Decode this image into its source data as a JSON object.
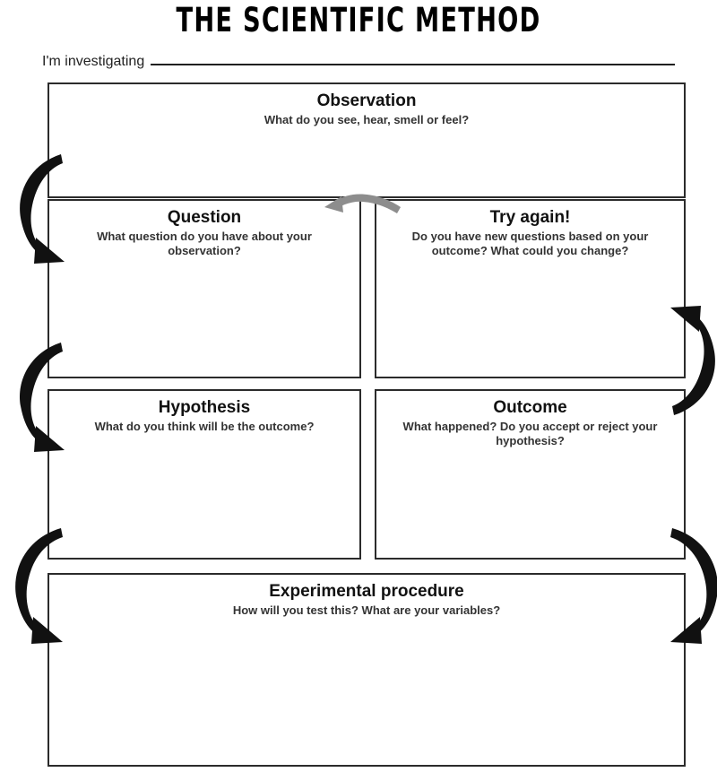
{
  "page": {
    "title": "THE SCIENTIFIC METHOD",
    "investigating_label": "I'm investigating",
    "investigating_value": ""
  },
  "colors": {
    "ink": "#111111",
    "box_border": "#2b2b2b",
    "arrow_black": "#111111",
    "arrow_gray": "#8d8d8d",
    "paper": "#ffffff"
  },
  "boxes": [
    {
      "id": "observation",
      "title": "Observation",
      "prompt": "What do you see, hear, smell or feel?",
      "answer": ""
    },
    {
      "id": "question",
      "title": "Question",
      "prompt": "What question do you have about your observation?",
      "answer": ""
    },
    {
      "id": "tryagain",
      "title": "Try again!",
      "prompt": "Do you have new questions based on your outcome? What could you change?",
      "answer": ""
    },
    {
      "id": "hypothesis",
      "title": "Hypothesis",
      "prompt": "What do you think will be the outcome?",
      "answer": ""
    },
    {
      "id": "outcome",
      "title": "Outcome",
      "prompt": "What happened? Do you accept or reject your hypothesis?",
      "answer": ""
    },
    {
      "id": "procedure",
      "title": "Experimental procedure",
      "prompt": "How will you test this? What are your variables?",
      "answer": ""
    }
  ],
  "arrows": [
    {
      "id": "observation-to-question",
      "icon": "curved-arrow-left-down",
      "color": "#111111"
    },
    {
      "id": "question-to-hypothesis",
      "icon": "curved-arrow-left-down",
      "color": "#111111"
    },
    {
      "id": "hypothesis-to-procedure",
      "icon": "curved-arrow-left-down",
      "color": "#111111"
    },
    {
      "id": "procedure-to-outcome",
      "icon": "curved-arrow-right-up",
      "color": "#111111"
    },
    {
      "id": "outcome-to-tryagain",
      "icon": "curved-arrow-right-up",
      "color": "#111111"
    },
    {
      "id": "tryagain-to-question",
      "icon": "curved-arrow-top-left",
      "color": "#8d8d8d"
    }
  ]
}
